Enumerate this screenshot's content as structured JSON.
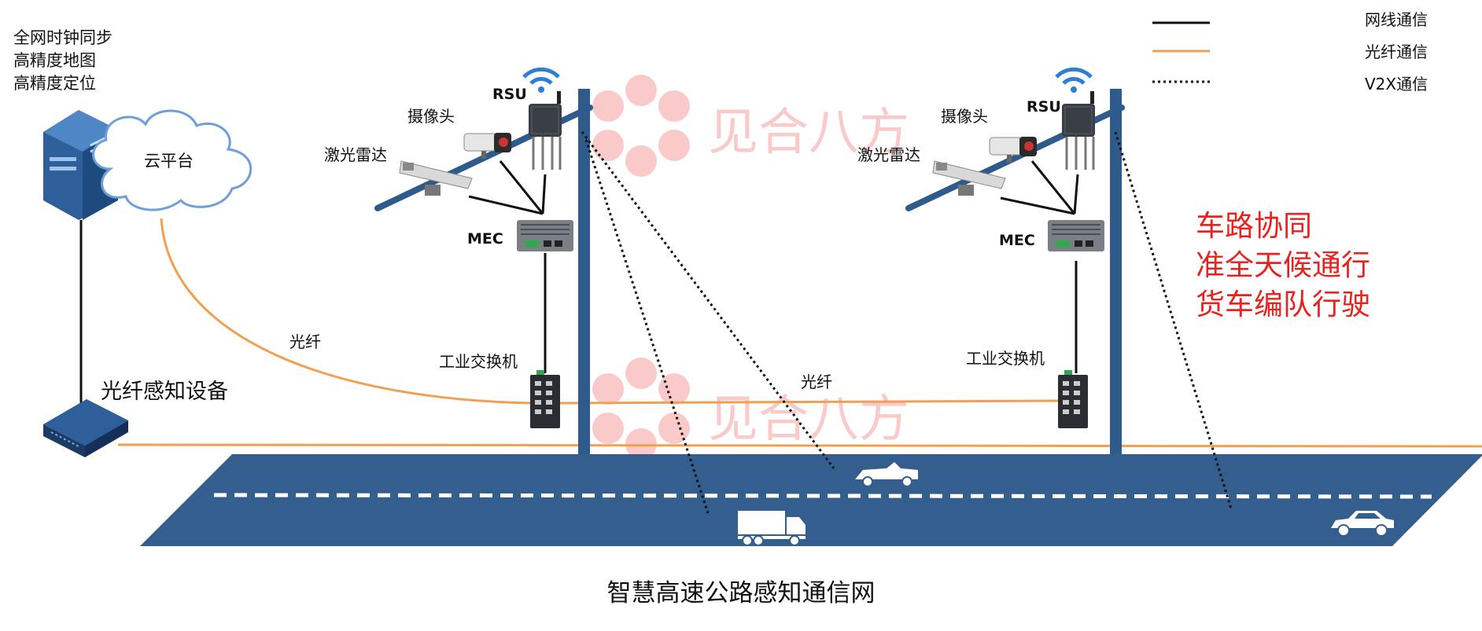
{
  "cloud_info": {
    "lines": [
      "全网时钟同步",
      "高精度地图",
      "高精度定位"
    ],
    "cloud_label": "云平台"
  },
  "fiber_sensing": {
    "label": "光纤感知设备"
  },
  "fiber_labels": {
    "left": "光纤",
    "middle": "光纤"
  },
  "pole_units": {
    "left": {
      "rsu": "RSU",
      "camera": "摄像头",
      "lidar": "激光雷达",
      "mec": "MEC",
      "switch": "工业交换机"
    },
    "right": {
      "rsu": "RSU",
      "camera": "摄像头",
      "lidar": "激光雷达",
      "mec": "MEC",
      "switch": "工业交换机"
    }
  },
  "legend": {
    "items": [
      {
        "label": "网线通信",
        "style": "solid",
        "color": "#111111"
      },
      {
        "label": "光纤通信",
        "style": "solid",
        "color": "#f0a050"
      },
      {
        "label": "V2X通信",
        "style": "dotted",
        "color": "#111111"
      }
    ]
  },
  "highlights": {
    "color": "#e8231f",
    "lines": [
      "车路协同",
      "准全天候通行",
      "货车编队行驶"
    ]
  },
  "watermark": "见合八方",
  "caption": "智慧高速公路感知通信网",
  "colors": {
    "road": "#345e8e",
    "pole": "#2f5b8c",
    "fiber": "#f0a050",
    "lane_marking": "#ffffff",
    "device_dark": "#1c3a66",
    "server": "#2e5f9a"
  }
}
